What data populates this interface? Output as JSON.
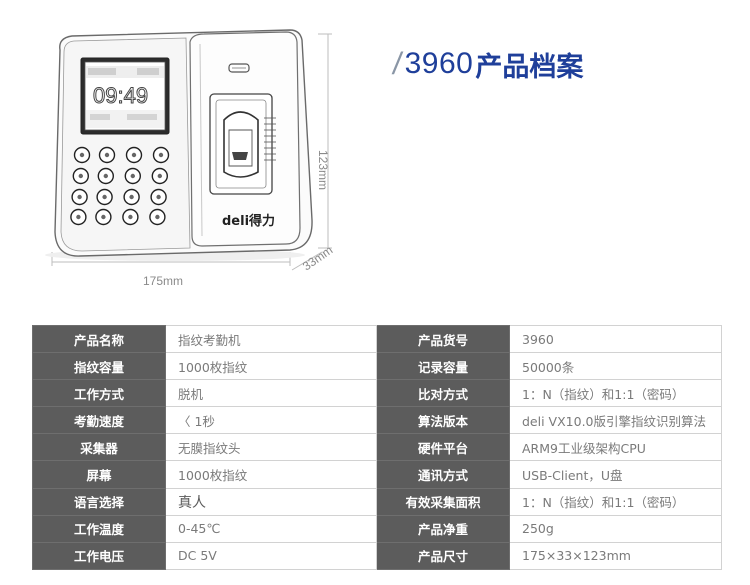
{
  "product_image": {
    "screen_time": "09:49",
    "brand": "deli得力",
    "dim_width": "175mm",
    "dim_height": "123mm",
    "dim_depth": "33mm"
  },
  "title": {
    "slash": "/",
    "model": "3960",
    "text": "产品档案"
  },
  "specs": [
    {
      "k1": "产品名称",
      "v1": "指纹考勤机",
      "k2": "产品货号",
      "v2": "3960"
    },
    {
      "k1": "指纹容量",
      "v1": "1000枚指纹",
      "k2": "记录容量",
      "v2": "50000条"
    },
    {
      "k1": "工作方式",
      "v1": "脱机",
      "k2": "比对方式",
      "v2": "1：N（指纹）和1:1（密码）"
    },
    {
      "k1": "考勤速度",
      "v1": "〈 1秒",
      "k2": "算法版本",
      "v2": "deli VX10.0版引擎指纹识别算法"
    },
    {
      "k1": "采集器",
      "v1": "无膜指纹头",
      "k2": "硬件平台",
      "v2": "ARM9工业级架构CPU"
    },
    {
      "k1": "屏幕",
      "v1": "1000枚指纹",
      "k2": "通讯方式",
      "v2": "USB-Client，U盘"
    },
    {
      "k1": "语言选择",
      "v1": "真人",
      "k2": "有效采集面积",
      "v2": "1：N（指纹）和1:1（密码）"
    },
    {
      "k1": "工作温度",
      "v1": "0-45℃",
      "k2": "产品净重",
      "v2": "250g"
    },
    {
      "k1": "工作电压",
      "v1": "DC 5V",
      "k2": "产品尺寸",
      "v2": "175×33×123mm"
    }
  ]
}
